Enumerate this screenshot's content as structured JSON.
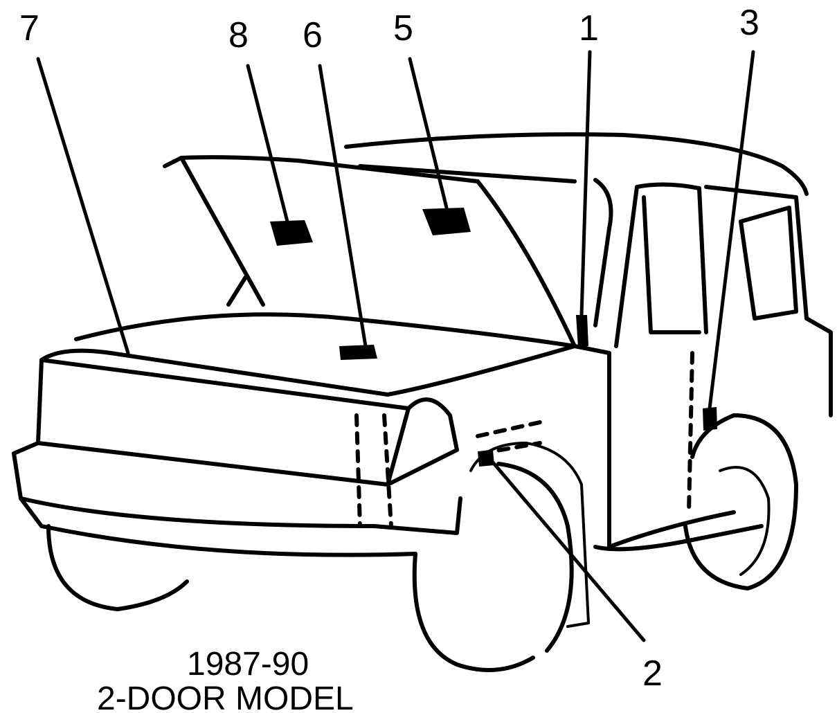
{
  "callouts": {
    "c1": "1",
    "c2": "2",
    "c3": "3",
    "c5": "5",
    "c6": "6",
    "c7": "7",
    "c8": "8"
  },
  "caption": {
    "line1": "1987-90",
    "line2": "2-DOOR MODEL"
  }
}
